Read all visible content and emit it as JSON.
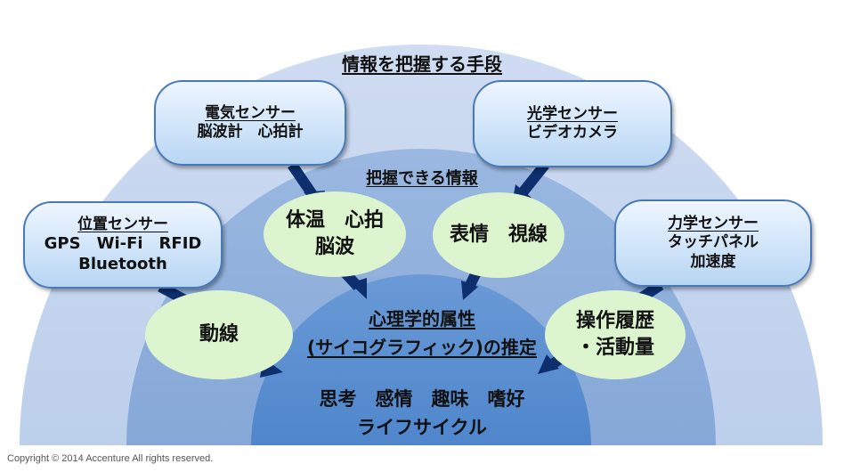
{
  "outer_title": "情報を把握する手段",
  "middle_title": "把握できる情報",
  "center": {
    "title_line1": "心理学的属性",
    "title_line2": "(サイコグラフィック)の推定",
    "line1": "思考　感情　趣味　嗜好",
    "line2": "ライフサイクル"
  },
  "sensors": {
    "electric": {
      "title": "電気センサー",
      "line1": "脳波計　心拍計"
    },
    "optical": {
      "title": "光学センサー",
      "line1": "ビデオカメラ"
    },
    "position": {
      "title": "位置センサー",
      "line1": "GPS　Wi-Fi　RFID",
      "line2": "Bluetooth"
    },
    "mechanical": {
      "title": "力学センサー",
      "line1": "タッチパネル",
      "line2": "加速度"
    }
  },
  "info": {
    "body": {
      "line1": "体温　心拍",
      "line2": "脳波"
    },
    "face": {
      "line1": "表情　視線"
    },
    "movement": {
      "line1": "動線"
    },
    "operation": {
      "line1": "操作履歴",
      "line2": "・活動量"
    }
  },
  "copyright": "Copyright © 2014 Accenture  All rights reserved.",
  "colors": {
    "outer_arc": "#c5d6ee",
    "middle_arc": "#8fb0dc",
    "inner_arc": "#5b8ed0",
    "bubble": "#dcf5cf",
    "arrow": "#0d2f6e"
  }
}
